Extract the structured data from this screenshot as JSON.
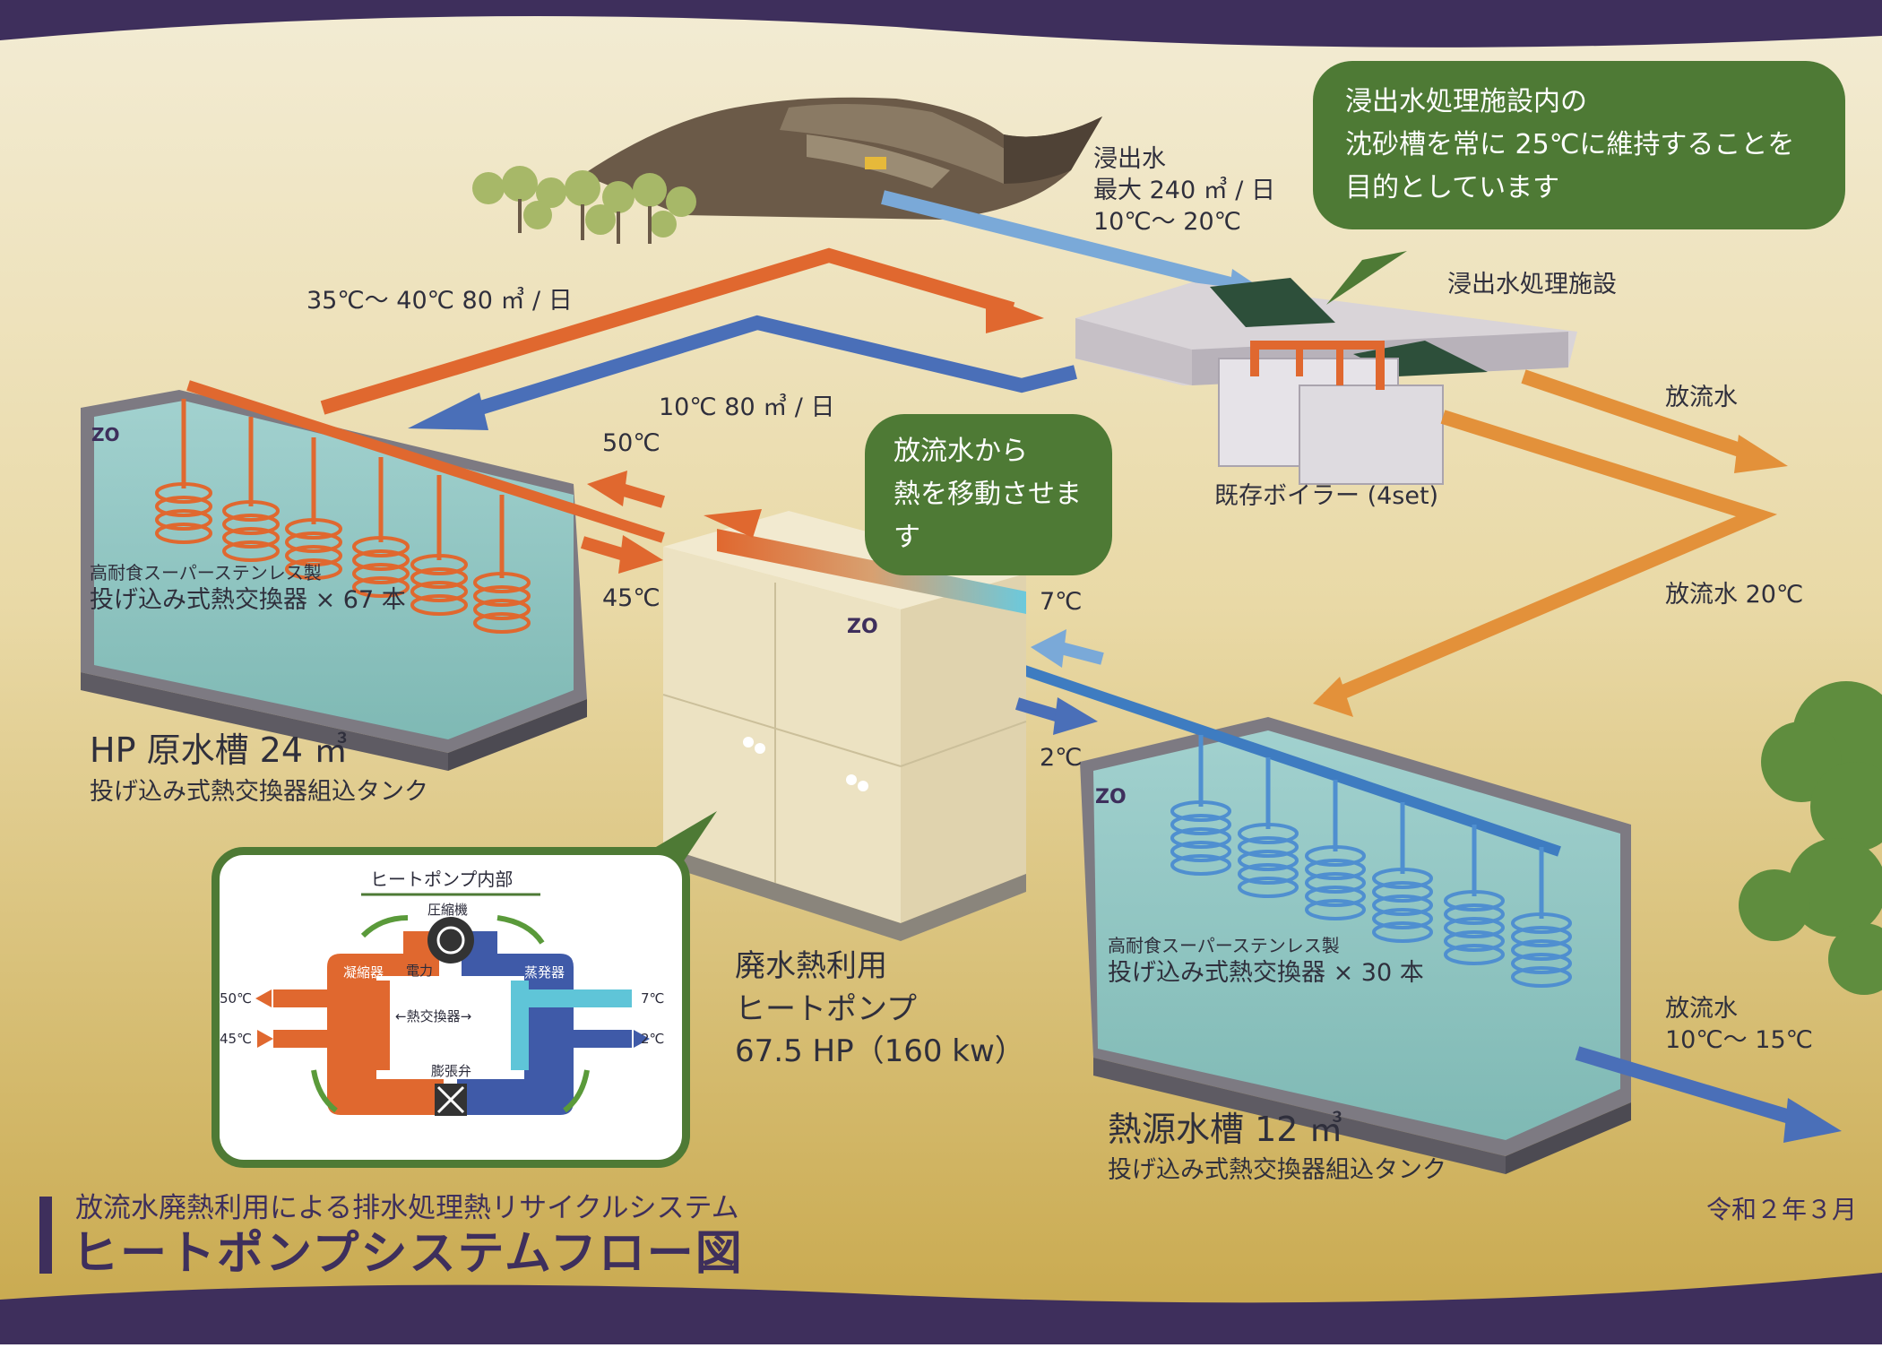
{
  "bubbles": {
    "top_right": [
      "浸出水処理施設内の",
      "沈砂槽を常に 25℃に維持することを",
      "目的としています"
    ],
    "middle": [
      "放流水から",
      "熱を移動させます"
    ]
  },
  "labels": {
    "leachate": [
      "浸出水",
      "最大 240 ㎥ / 日",
      "10℃〜 20℃"
    ],
    "facility": "浸出水処理施設",
    "flow_hot": "35℃〜 40℃ 80 ㎥ / 日",
    "flow_cold": "10℃ 80 ㎥ / 日",
    "boiler": "既存ボイラー (4set)",
    "discharge_top": "放流水",
    "discharge_20": "放流水 20℃",
    "discharge_bottom": [
      "放流水",
      "10℃〜 15℃"
    ],
    "temp_50": "50℃",
    "temp_45": "45℃",
    "temp_7": "7℃",
    "temp_2": "2℃",
    "left_tank_hx_sub": "高耐食スーパーステンレス製",
    "left_tank_hx": "投げ込み式熱交換器 × 67 本",
    "left_tank_title": "HP 原水槽 24 ㎥",
    "left_tank_sub": "投げ込み式熱交換器組込タンク",
    "right_tank_hx_sub": "高耐食スーパーステンレス製",
    "right_tank_hx": "投げ込み式熱交換器 × 30 本",
    "right_tank_title": "熱源水槽 12 ㎥",
    "right_tank_sub": "投げ込み式熱交換器組込タンク",
    "hp": [
      "廃水熱利用",
      "ヒートポンプ",
      "67.5 HP（160 kw）"
    ],
    "logo": "ZO"
  },
  "inset": {
    "title": "ヒートポンプ内部",
    "compressor": "圧縮機",
    "power": "電力",
    "condenser": "凝縮器",
    "evaporator": "蒸発器",
    "heat_exchanger": "←熱交換器→",
    "expansion_valve": "膨張弁",
    "t50": "50℃",
    "t45": "45℃",
    "t7": "7℃",
    "t2": "2℃"
  },
  "footer": {
    "subtitle": "放流水廃熱利用による排水処理熱リサイクルシステム",
    "title": "ヒートポンプシステムフロー図",
    "date": "令和２年３月"
  },
  "colors": {
    "frame": "#3e2f5c",
    "hot": "#e0682f",
    "cold": "#4a6fb8",
    "light_blue": "#6ea4d8",
    "discharge": "#e3913a",
    "bubble": "#4e7a35",
    "water": "#8fd3cf"
  }
}
